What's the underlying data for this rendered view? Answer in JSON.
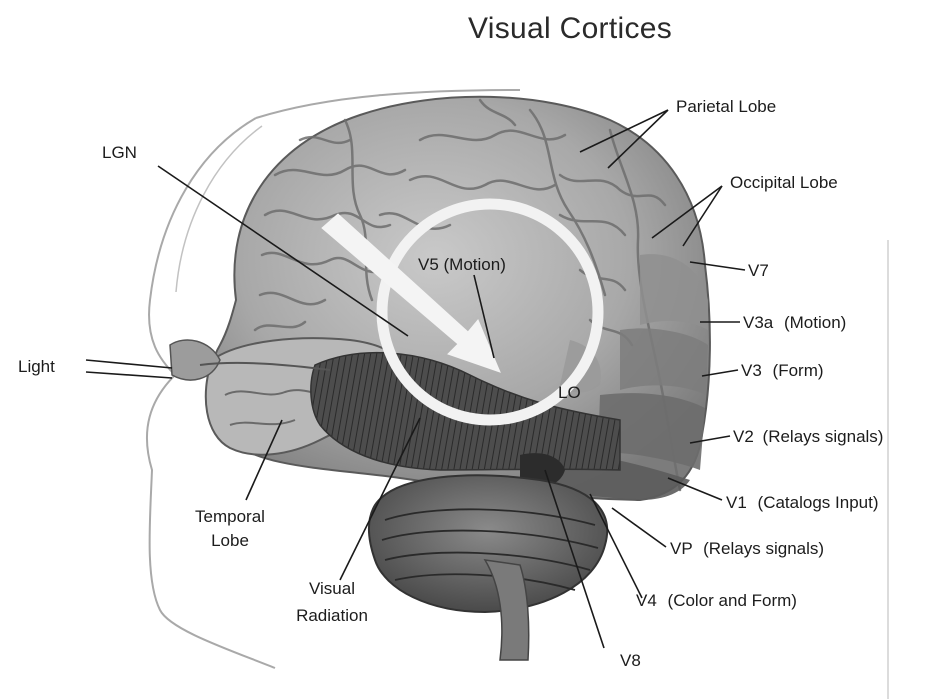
{
  "title": "Visual Cortices",
  "labels": {
    "parietal": "Parietal Lobe",
    "occipital": "Occipital Lobe",
    "lgn": "LGN",
    "v5": "V5 (Motion)",
    "v7": "V7",
    "v3a_code": "V3a",
    "v3a_desc": "(Motion)",
    "v3_code": "V3",
    "v3_desc": "(Form)",
    "light": "Light",
    "lo": "LO",
    "v2_code": "V2",
    "v2_desc": "(Relays signals)",
    "v1_code": "V1",
    "v1_desc": "(Catalogs Input)",
    "temporal_1": "Temporal",
    "temporal_2": "Lobe",
    "vp_code": "VP",
    "vp_desc": "(Relays signals)",
    "visual_1": "Visual",
    "visual_2": "Radiation",
    "v4_code": "V4",
    "v4_desc": "(Color and Form)",
    "v8": "V8"
  }
}
